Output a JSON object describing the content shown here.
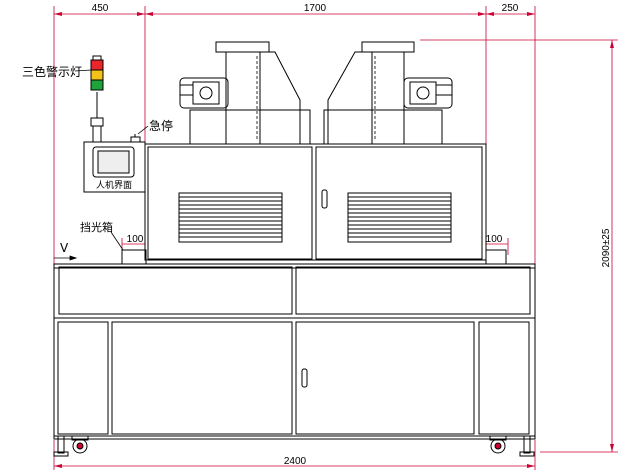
{
  "dimensions": {
    "top_left": "450",
    "top_middle": "1700",
    "top_right": "250",
    "bottom_total": "2400",
    "right_height": "2090±25",
    "left_offset": "100",
    "right_offset": "100"
  },
  "labels": {
    "tower_light": "三色警示灯",
    "emergency_stop": "急停",
    "hmi": "人机界面",
    "light_shield": "挡光箱",
    "flow_direction": "V"
  },
  "colors": {
    "line": "#000000",
    "dimension_line": "#cc0033",
    "beacon_red": "#e8262c",
    "beacon_amber": "#f2c21a",
    "beacon_green": "#1ea33a"
  }
}
